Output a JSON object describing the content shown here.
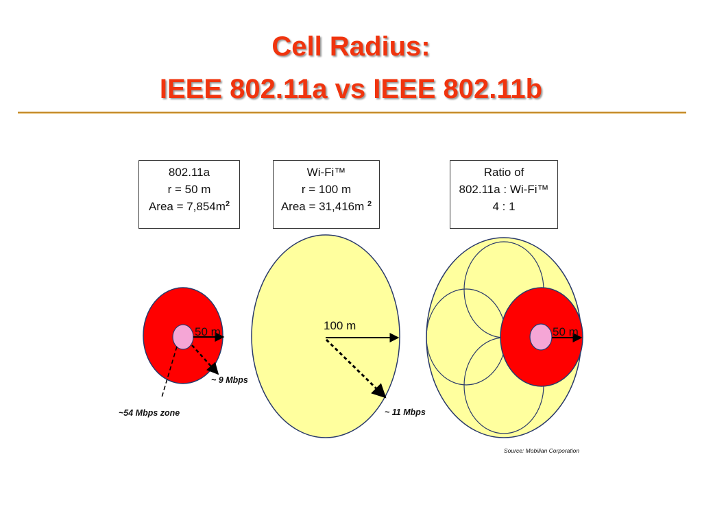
{
  "title": {
    "line1": "Cell Radius:",
    "line2": "IEEE 802.11a vs IEEE 802.11b",
    "color": "#f0340e"
  },
  "boxes": {
    "a": {
      "line1": "802.11a",
      "line2": "r = 50 m",
      "line3_prefix": "Area = 7,854m",
      "line3_sup": "2"
    },
    "b": {
      "line1": "Wi-Fi™",
      "line2": "r = 100 m",
      "line3_prefix": "Area = 31,416m ",
      "line3_sup": "2"
    },
    "ratio": {
      "line1": "Ratio of",
      "line2": "802.11a : Wi-Fi™",
      "line3": "4 : 1"
    }
  },
  "labels": {
    "a_radius": "50 m",
    "a_rate_outer": "~ 9 Mbps",
    "a_zone_inner": "~54 Mbps zone",
    "b_radius": "100 m",
    "b_rate": "~ 11 Mbps",
    "c_radius": "50 m",
    "source": "Source:  Mobilian Corporation"
  },
  "colors": {
    "red_cell": "#ff0000",
    "pink_zone": "#f5a6d6",
    "yellow_cell": "#ffff9e",
    "outline": "#2a3a6a",
    "rule": "#c58b2a"
  }
}
